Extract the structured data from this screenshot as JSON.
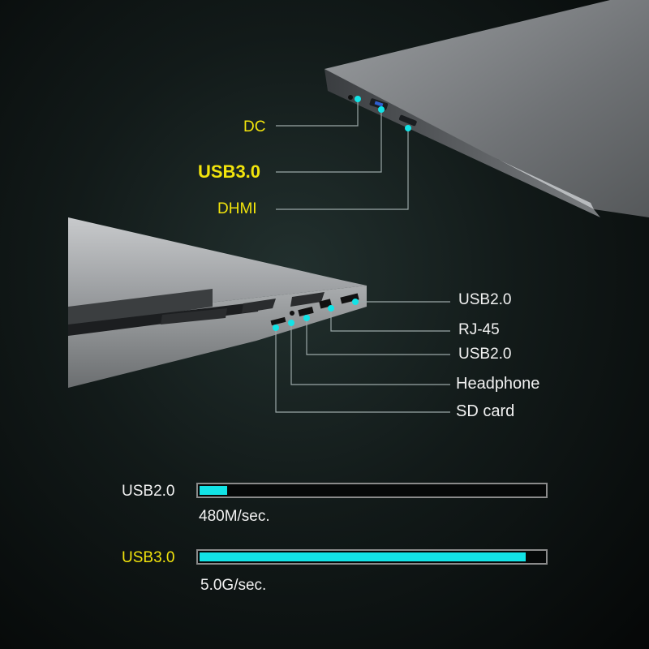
{
  "ports_top": {
    "dc": "DC",
    "usb30": "USB3.0",
    "hdmi": "DHMI"
  },
  "ports_side": {
    "usb20_a": "USB2.0",
    "rj45": "RJ-45",
    "usb20_b": "USB2.0",
    "headphone": "Headphone",
    "sdcard": "SD card"
  },
  "speed": {
    "usb20": {
      "label": "USB2.0",
      "value": "480M/sec.",
      "fill_fraction": 0.08
    },
    "usb30": {
      "label": "USB3.0",
      "value": "5.0G/sec.",
      "fill_fraction": 0.945
    }
  },
  "colors": {
    "accent": "#12e3e6",
    "highlight": "#f2e40c",
    "text": "#f2f2f2"
  }
}
